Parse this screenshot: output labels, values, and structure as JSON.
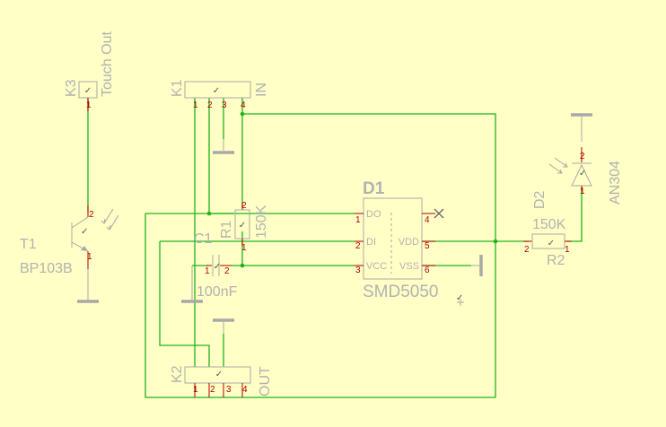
{
  "parts": {
    "k3": {
      "ref": "K3",
      "value": "Touch Out",
      "pins": [
        "1"
      ]
    },
    "k1": {
      "ref": "K1",
      "value": "IN",
      "pins": [
        "1",
        "2",
        "3",
        "4"
      ]
    },
    "k2": {
      "ref": "K2",
      "value": "OUT",
      "pins": [
        "1",
        "2",
        "3",
        "4"
      ]
    },
    "t1": {
      "ref": "T1",
      "value": "BP103B",
      "pins": [
        "2",
        "1"
      ]
    },
    "r1": {
      "ref": "R1",
      "value": "150K",
      "pins": [
        "2",
        "1"
      ]
    },
    "c1": {
      "ref": "C1",
      "value": "100nF",
      "pins": [
        "1",
        "2"
      ]
    },
    "d1": {
      "ref": "D1",
      "value": "SMD5050",
      "pin_names": [
        "DO",
        "DI",
        "VCC",
        "VDD",
        "VSS"
      ],
      "pins": [
        "1",
        "2",
        "3",
        "4",
        "5",
        "6"
      ]
    },
    "r2": {
      "ref": "R2",
      "value": "150K",
      "pins": [
        "2",
        "1"
      ]
    },
    "d2": {
      "ref": "D2",
      "value": "AN304",
      "pins": [
        "2",
        "1"
      ]
    }
  },
  "colors": {
    "background": "#ffffc6",
    "wire": "#1db31d",
    "part_outline": "#a8a8a8",
    "label": "#b2b2b2",
    "pin_number": "#b30000"
  },
  "icons": {
    "check": "check-mark",
    "no_connect": "x-mark",
    "ground": "ground-bar"
  }
}
